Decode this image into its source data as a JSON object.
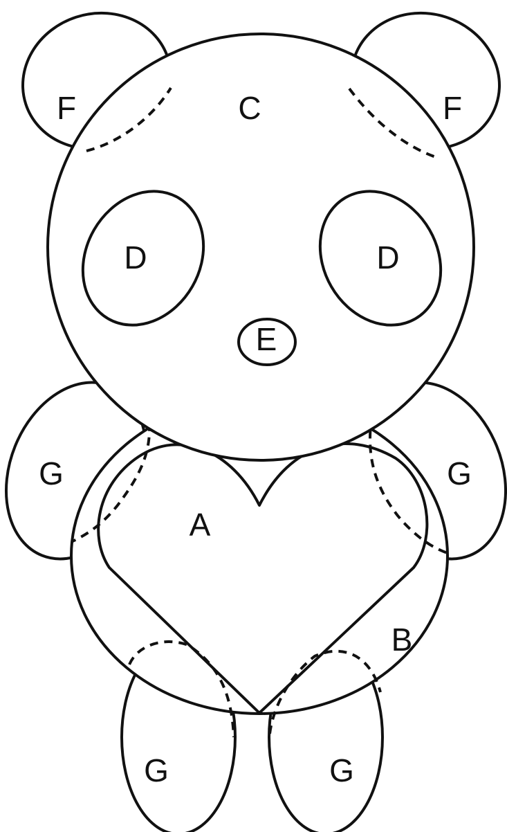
{
  "labels": {
    "ear_left": "F",
    "ear_right": "F",
    "head": "C",
    "eye_left": "D",
    "eye_right": "D",
    "nose": "E",
    "arm_left": "G",
    "arm_right": "G",
    "heart": "A",
    "body": "B",
    "leg_left": "G",
    "leg_right": "G"
  },
  "colors": {
    "line": "#111111",
    "background": "#ffffff"
  }
}
